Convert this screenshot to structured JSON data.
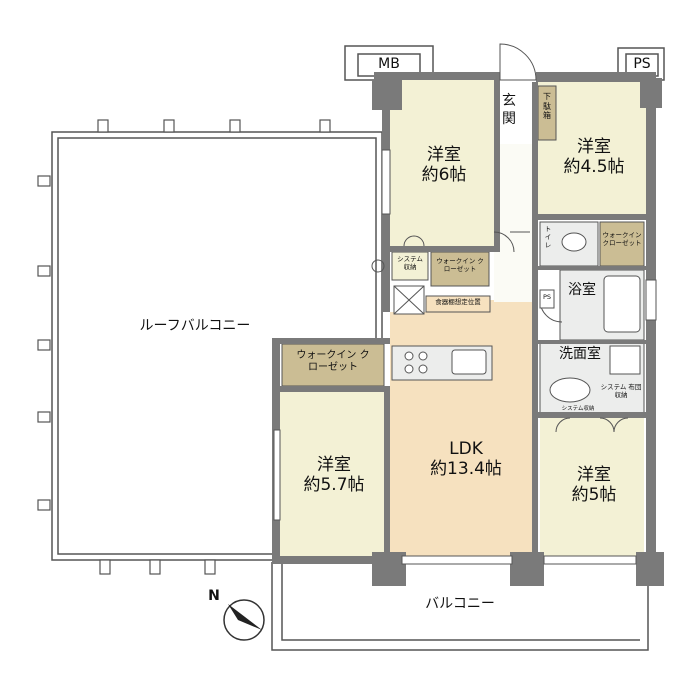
{
  "rooms": {
    "western1": {
      "name": "洋室",
      "size": "約6帖"
    },
    "western2": {
      "name": "洋室",
      "size": "約4.5帖"
    },
    "western3": {
      "name": "洋室",
      "size": "約5.7帖"
    },
    "western4": {
      "name": "洋室",
      "size": "約5帖"
    },
    "ldk": {
      "name": "LDK",
      "size": "約13.4帖"
    }
  },
  "labels": {
    "mb": "MB",
    "ps_top": "PS",
    "ps_mid": "PS",
    "genkan": "玄関",
    "getabako": "下駄箱",
    "bath": "浴室",
    "washroom": "洗面室",
    "toilet": "トイレ",
    "roof_balcony": "ルーフバルコニー",
    "balcony": "バルコニー",
    "wic_small": "ウォークイン クローゼット",
    "wic_mid": "ウォークイン クローゼット",
    "wic_large": "ウォークイン クローゼット",
    "system_storage1": "システム 収納",
    "system_storage2": "システム収納",
    "futon_storage": "システム 布団収納",
    "dish_cabinet": "食器棚想定位置",
    "compass": "N"
  },
  "colors": {
    "wall": "#7a7a7a",
    "room_floor": "#f3f1d5",
    "ldk_floor": "#f6e1bf",
    "closet": "#cbbd94",
    "wet_area": "#ecedec",
    "outline": "#555555"
  }
}
